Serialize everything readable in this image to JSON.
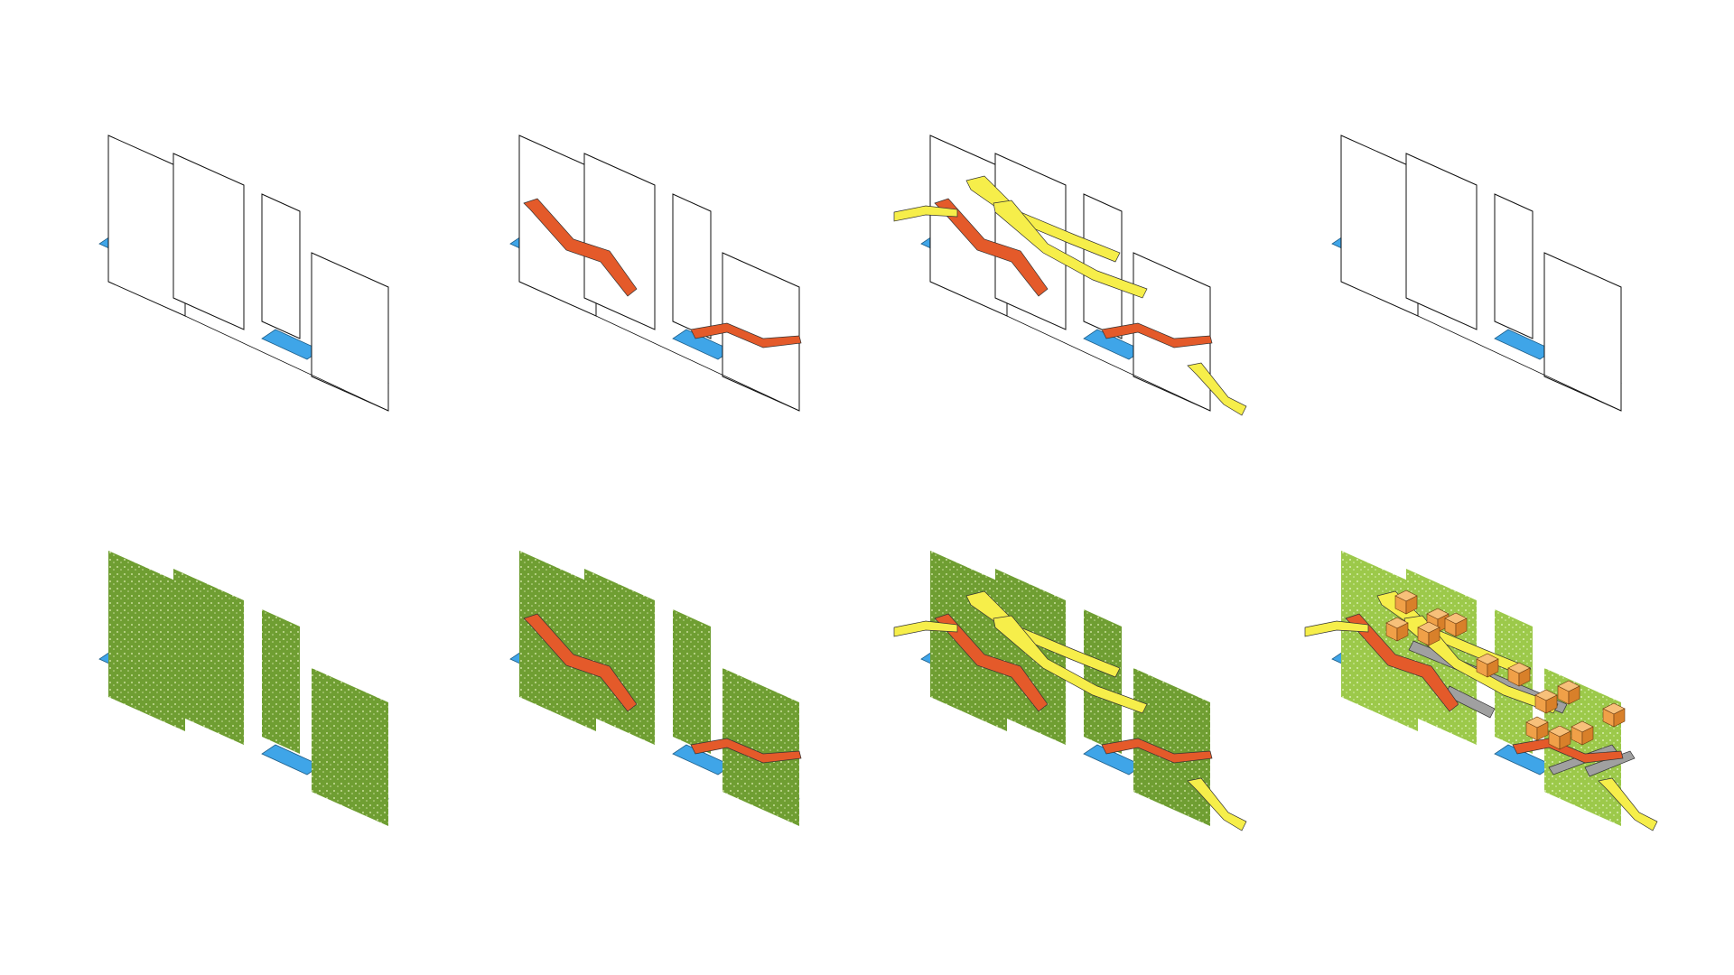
{
  "colors": {
    "water": "#3fa5e8",
    "water_stroke": "#1f5f8a",
    "outline": "#111111",
    "path_red": "#e45a2a",
    "path_yellow": "#f6ee4a",
    "greenery": "#6f9e32",
    "greenery_light": "#9cc94a",
    "walkway_gray": "#a0a0a0",
    "pavilion_orange": "#f0a048"
  },
  "panels": [
    {
      "id": "wall-outlines",
      "layers": [
        "water-pads",
        "wall-outlines"
      ]
    },
    {
      "id": "wall-outlines-red-path",
      "layers": [
        "water-pads",
        "wall-outlines",
        "red-path"
      ]
    },
    {
      "id": "wall-outlines-red-yellow-paths",
      "layers": [
        "water-pads",
        "wall-outlines",
        "red-path",
        "yellow-paths"
      ]
    },
    {
      "id": "wall-outlines-repeat",
      "layers": [
        "water-pads",
        "wall-outlines"
      ]
    },
    {
      "id": "green-walls",
      "layers": [
        "water-pads",
        "green-walls"
      ]
    },
    {
      "id": "green-walls-red-path",
      "layers": [
        "water-pads",
        "green-walls",
        "red-path"
      ]
    },
    {
      "id": "green-walls-red-yellow-paths",
      "layers": [
        "water-pads",
        "green-walls",
        "red-path",
        "yellow-paths"
      ]
    },
    {
      "id": "combined-with-pavilions",
      "layers": [
        "water-pads",
        "green-walls-light",
        "red-path",
        "yellow-paths",
        "gray-walkways",
        "orange-pavilions"
      ]
    }
  ]
}
